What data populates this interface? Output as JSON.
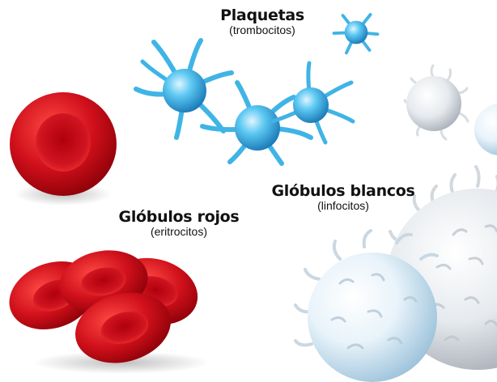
{
  "labels": {
    "platelets": {
      "title": "Plaquetas",
      "subtitle": "(trombocitos)"
    },
    "red_cells": {
      "title": "Glóbulos rojos",
      "subtitle": "(eritrocitos)"
    },
    "white_cells": {
      "title": "Glóbulos blancos",
      "subtitle": "(linfocitos)"
    }
  },
  "colors": {
    "background": "#ffffff",
    "red_cell": "#d0101b",
    "red_cell_dark": "#8a0008",
    "platelet": "#3fb4e6",
    "platelet_dark": "#1776b4",
    "white_cell": "#e6eaee",
    "white_cell_shadow": "#a9b0b8",
    "white_cell_blue": "#cfe6f4",
    "label_text": "#111111"
  },
  "icons": [
    "platelet-icon",
    "red-blood-cell-icon",
    "white-blood-cell-icon"
  ]
}
